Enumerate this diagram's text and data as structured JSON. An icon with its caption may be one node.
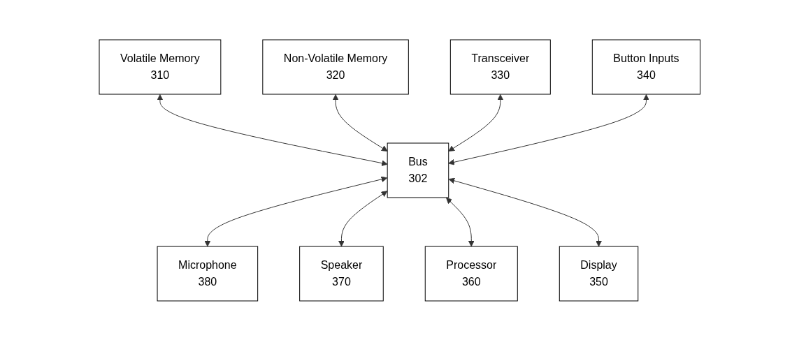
{
  "diagram": {
    "nodes": [
      {
        "text": [
          "Volatile Memory",
          "310"
        ]
      },
      {
        "text": [
          "Non-Volatile Memory",
          "320"
        ]
      },
      {
        "text": [
          "Transceiver",
          "330"
        ]
      },
      {
        "text": [
          "Button Inputs",
          "340"
        ]
      },
      {
        "text": [
          "Bus",
          "302"
        ]
      },
      {
        "text": [
          "Microphone",
          "380"
        ]
      },
      {
        "text": [
          "Speaker",
          "370"
        ]
      },
      {
        "text": [
          "Processor",
          "360"
        ]
      },
      {
        "text": [
          "Display",
          "350"
        ]
      }
    ],
    "edges": [
      {
        "from": 0,
        "to": 4,
        "arrow": "both"
      },
      {
        "from": 1,
        "to": 4,
        "arrow": "both"
      },
      {
        "from": 2,
        "to": 4,
        "arrow": "both"
      },
      {
        "from": 3,
        "to": 4,
        "arrow": "both"
      },
      {
        "from": 4,
        "to": 5,
        "arrow": "both"
      },
      {
        "from": 4,
        "to": 6,
        "arrow": "both"
      },
      {
        "from": 4,
        "to": 7,
        "arrow": "both"
      },
      {
        "from": 4,
        "to": 8,
        "arrow": "both"
      }
    ]
  }
}
